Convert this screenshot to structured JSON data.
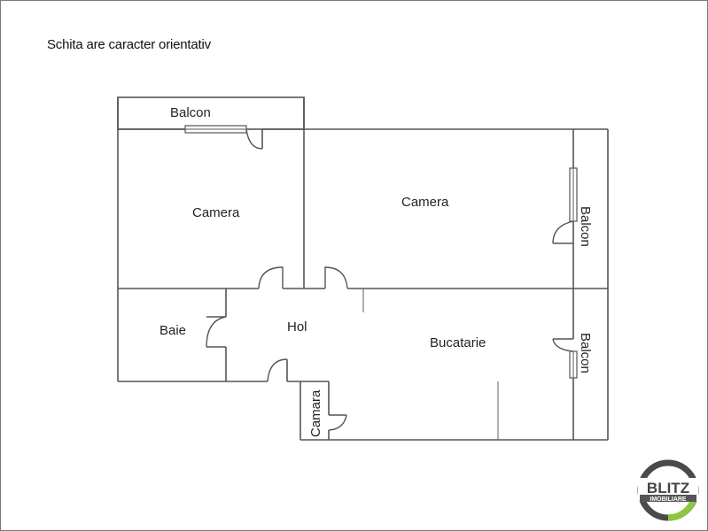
{
  "note": "Schita are caracter orientativ",
  "rooms": {
    "balcon_top": "Balcon",
    "camera_left": "Camera",
    "camera_right": "Camera",
    "balcon_right_top": "Balcon",
    "baie": "Baie",
    "hol": "Hol",
    "bucatarie": "Bucatarie",
    "balcon_right_bottom": "Balcon",
    "camara": "Camara"
  },
  "logo": {
    "line1": "BLITZ",
    "line2": "IMOBILIARE",
    "ring_color": "#4a4a4a",
    "accent_color": "#8dc63f"
  },
  "colors": {
    "wall": "#555555",
    "frame": "#7a7a7a",
    "background": "#ffffff"
  }
}
